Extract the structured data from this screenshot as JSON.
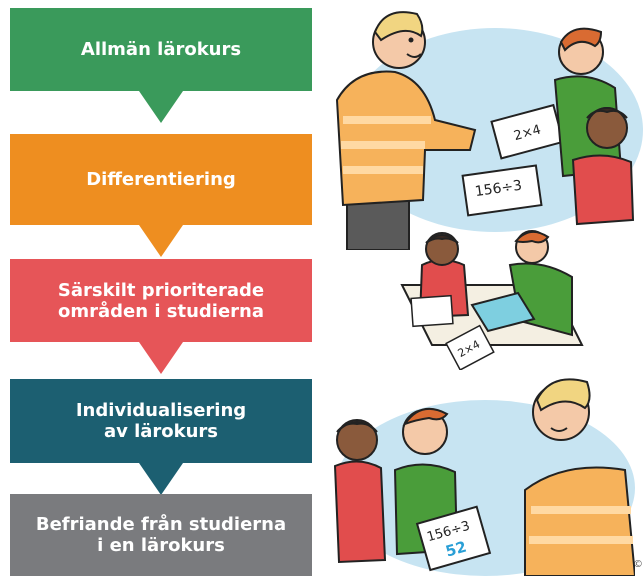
{
  "steps": [
    {
      "label": "Allmän lärokurs",
      "color": "#3a9a5b"
    },
    {
      "label": "Differentiering",
      "color": "#ee8e20"
    },
    {
      "label": "Särskilt prioriterade\nområden i studierna",
      "color": "#e65558"
    },
    {
      "label": "Individualisering\nav lärokurs",
      "color": "#1c5f71"
    },
    {
      "label": "Befriande från studierna\ni en lärokurs",
      "color": "#7a7b7e"
    }
  ],
  "illustration": {
    "scene1_papers": [
      "2×4",
      "156÷3"
    ],
    "scene2_papers": [
      "2×4"
    ],
    "scene3_paper": "156÷3",
    "scene3_answer": "52"
  },
  "copyright": "©"
}
